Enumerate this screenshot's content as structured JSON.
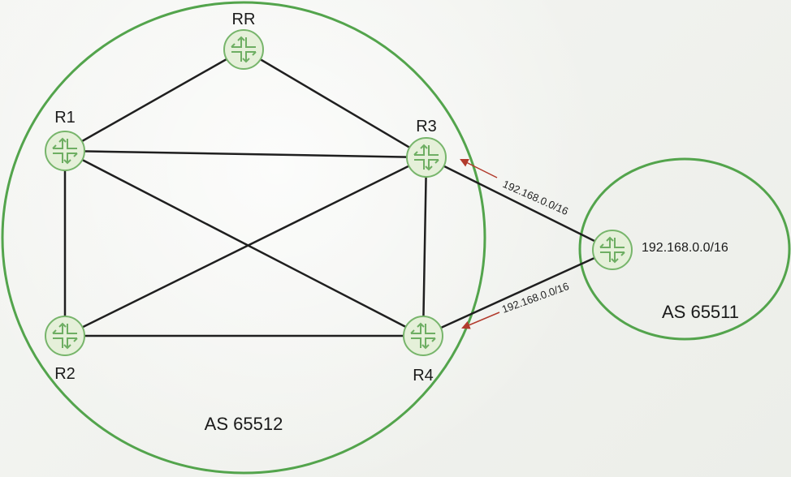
{
  "as_boundaries": [
    {
      "id": "as-65512",
      "label": "AS 65512"
    },
    {
      "id": "as-65511",
      "label": "AS 65511"
    }
  ],
  "routers": [
    {
      "id": "rr",
      "label": "RR"
    },
    {
      "id": "r1",
      "label": "R1"
    },
    {
      "id": "r2",
      "label": "R2"
    },
    {
      "id": "r3",
      "label": "R3"
    },
    {
      "id": "r4",
      "label": "R4"
    },
    {
      "id": "ext",
      "label": ""
    }
  ],
  "external_prefix": "192.168.0.0/16",
  "advertisements": [
    {
      "from": "ext",
      "to": "r3",
      "prefix": "192.168.0.0/16"
    },
    {
      "from": "ext",
      "to": "r4",
      "prefix": "192.168.0.0/16"
    }
  ],
  "links": [
    [
      "rr",
      "r1"
    ],
    [
      "rr",
      "r3"
    ],
    [
      "r1",
      "r3"
    ],
    [
      "r1",
      "r2"
    ],
    [
      "r1",
      "r4"
    ],
    [
      "r2",
      "r3"
    ],
    [
      "r2",
      "r4"
    ],
    [
      "r3",
      "r4"
    ],
    [
      "r3",
      "ext"
    ],
    [
      "r4",
      "ext"
    ]
  ],
  "colors": {
    "as_boundary": "#53a44c",
    "router_fill": "#e5f0d9",
    "router_stroke": "#77b56b",
    "link": "#1f1f1f",
    "advertisement_arrow": "#b23b2d"
  }
}
